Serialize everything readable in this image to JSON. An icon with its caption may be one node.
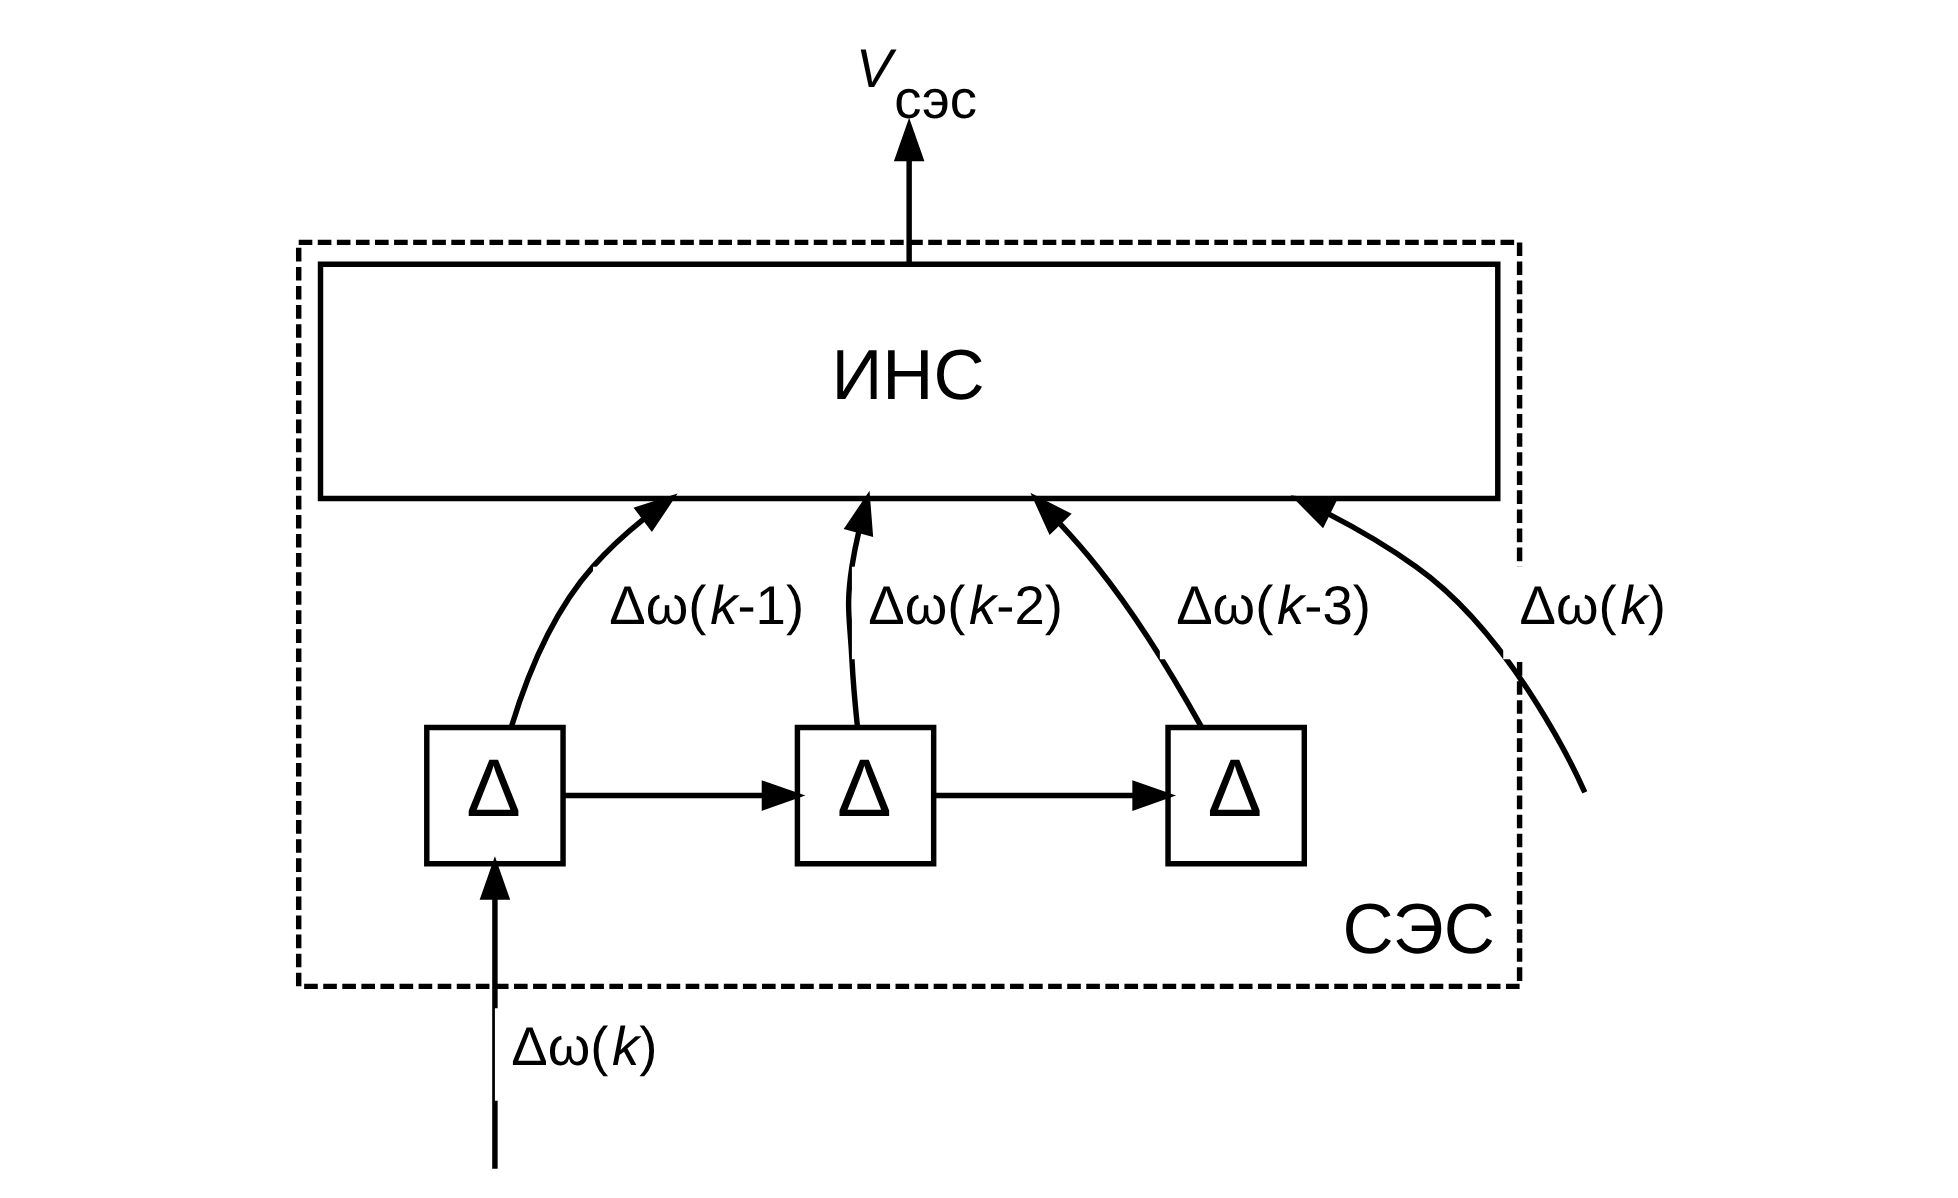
{
  "diagram": {
    "nodes": [
      {
        "text": [
          "СЭС"
        ]
      },
      {
        "text": [
          "ИНС"
        ],
        "in": 0
      },
      {
        "text": [
          "Δ"
        ],
        "in": 0
      },
      {
        "text": [
          "Δ"
        ],
        "in": 0
      },
      {
        "text": [
          "Δ"
        ],
        "in": 0
      },
      {
        "text": [
          "*V*$_{сэс}$"
        ]
      }
    ],
    "edges": [
      {
        "from": null,
        "to": 2,
        "arrow": "to",
        "label": "Δω(*k*)"
      },
      {
        "from": null,
        "to": 1,
        "arrow": "to",
        "label": "Δω(*k*)"
      },
      {
        "from": 2,
        "to": 1,
        "arrow": "to",
        "label": "Δω(*k*-1)"
      },
      {
        "from": 2,
        "to": 3,
        "arrow": "to"
      },
      {
        "from": 3,
        "to": 1,
        "arrow": "to",
        "label": "Δω(*k*-2)"
      },
      {
        "from": 3,
        "to": 4,
        "arrow": "to"
      },
      {
        "from": 4,
        "to": 1,
        "arrow": "to",
        "label": "Δω(*k*-3)"
      },
      {
        "from": 1,
        "to": 5,
        "arrow": "to"
      }
    ]
  }
}
